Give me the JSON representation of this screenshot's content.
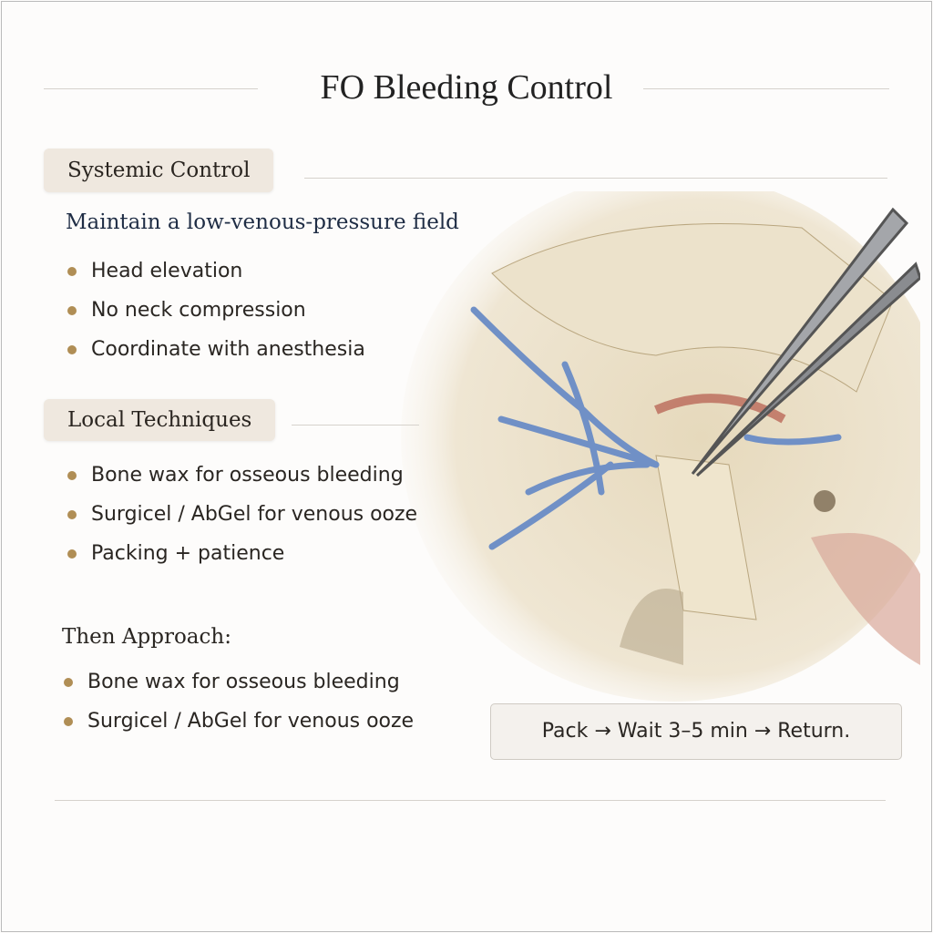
{
  "title": "FO Bleeding Control",
  "systemic": {
    "heading": "Systemic Control",
    "subtitle": "Maintain a low-venous-pressure field",
    "items": [
      "Head elevation",
      "No neck compression",
      "Coordinate with anesthesia"
    ]
  },
  "local": {
    "heading": "Local Techniques",
    "items": [
      "Bone wax for osseous bleeding",
      "Surgicel / AbGel for venous ooze",
      "Packing + patience"
    ]
  },
  "then": {
    "heading": "Then Approach:",
    "items": [
      "Bone wax for osseous bleeding",
      "Surgicel / AbGel for venous ooze"
    ]
  },
  "callout": "Pack → Wait  3–5 min → Return.",
  "colors": {
    "bullet": "#b08e55",
    "section_bg": "#efe8df",
    "vein": "#6f8fc4",
    "bone": "#e9dfc6"
  }
}
